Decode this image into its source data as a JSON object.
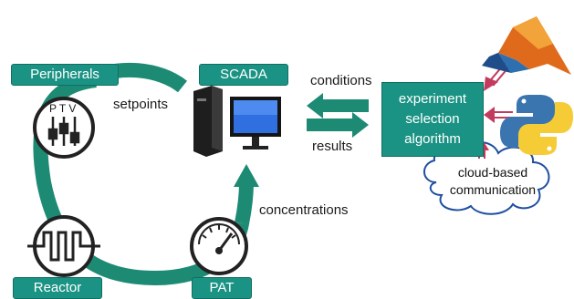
{
  "labels": {
    "peripherals": "Peripherals",
    "scada": "SCADA",
    "reactor": "Reactor",
    "pat": "PAT",
    "setpoints": "setpoints",
    "conditions": "conditions",
    "results": "results",
    "concentrations": "concentrations",
    "ptv": "P T V"
  },
  "algorithm": [
    "experiment",
    "selection",
    "algorithm"
  ],
  "cloud": [
    "cloud-based",
    "communication"
  ],
  "colors": {
    "teal": "#1b9384",
    "loop": "#1d8a74",
    "arrow_pink": "#c23b5e",
    "cloud_stroke": "#1f4fa0"
  },
  "icons": [
    "matlab-logo-icon",
    "python-logo-icon",
    "computer-tower-icon",
    "monitor-icon",
    "gauge-icon",
    "reactor-coil-icon",
    "sliders-icon"
  ]
}
